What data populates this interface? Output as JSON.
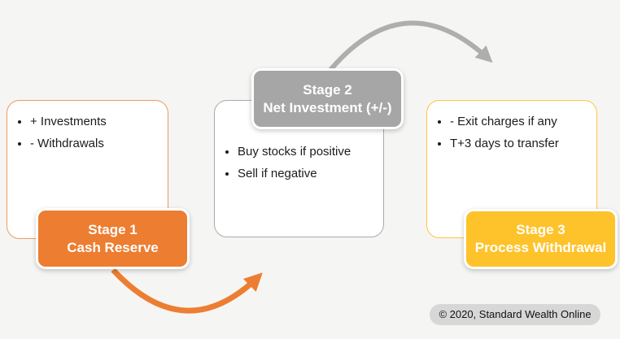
{
  "diagram": {
    "stages": [
      {
        "title": "Stage 1",
        "subtitle": "Cash Reserve",
        "accent_color": "#ED7D31",
        "bullets": [
          "+ Investments",
          "- Withdrawals"
        ]
      },
      {
        "title": "Stage 2",
        "subtitle": "Net Investment (+/-)",
        "accent_color": "#A6A6A6",
        "bullets": [
          "Buy stocks if positive",
          "Sell if negative"
        ]
      },
      {
        "title": "Stage 3",
        "subtitle": "Process Withdrawal",
        "accent_color": "#FFC32A",
        "bullets": [
          "- Exit charges if any",
          "T+3 days to transfer"
        ]
      }
    ],
    "arrows": [
      {
        "name": "stage1-to-stage2",
        "color": "#ED7D31"
      },
      {
        "name": "stage2-to-stage3",
        "color": "#AEAEAE"
      }
    ],
    "footer": {
      "copyright": "© 2020, Standard Wealth Online"
    },
    "background_color": "#F5F5F4"
  }
}
